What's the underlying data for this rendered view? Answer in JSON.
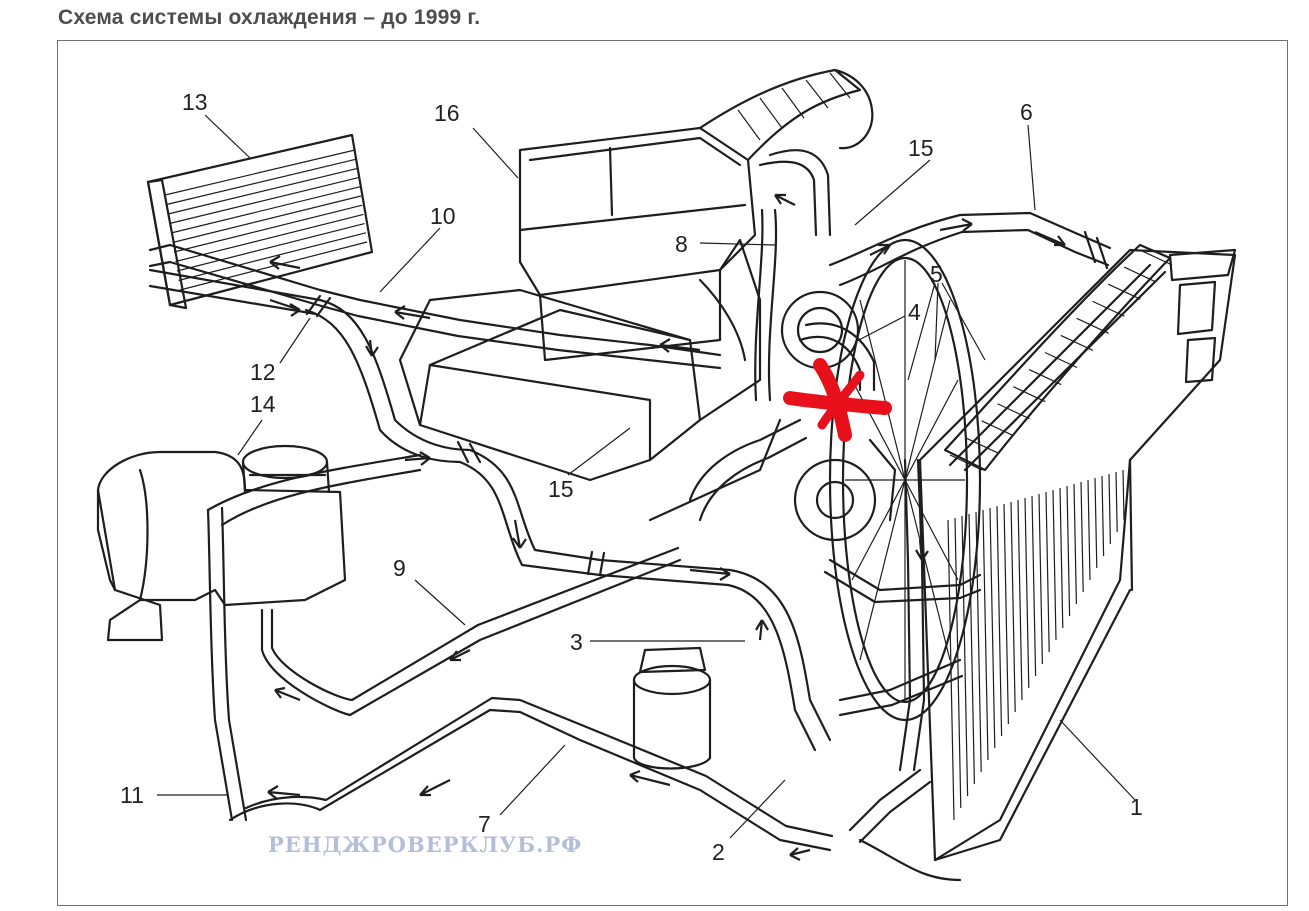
{
  "title": "Схема системы охлаждения – до 1999 г.",
  "watermark": "РЕНДЖРОВЕРКЛУБ.РФ",
  "labels": [
    "1",
    "2",
    "3",
    "4",
    "5",
    "6",
    "7",
    "8",
    "9",
    "10",
    "11",
    "12",
    "13",
    "14",
    "15",
    "15",
    "16"
  ],
  "colors": {
    "ink": "#1e1e1e",
    "mark": "#e8101a",
    "title": "#4d4d4d",
    "watermark": "#b5bdd8"
  }
}
